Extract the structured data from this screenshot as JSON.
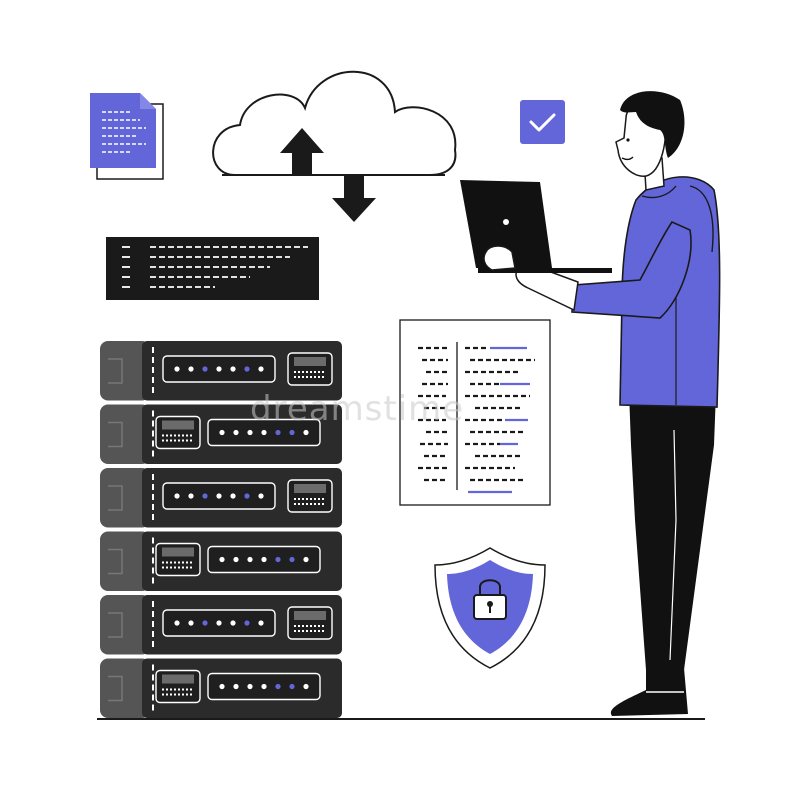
{
  "palette": {
    "accent": "#6366d9",
    "dark": "#1a1a1a",
    "server_body": "#2b2b2b",
    "server_side": "#555555",
    "white": "#ffffff"
  },
  "watermark": {
    "text": "dreamstime"
  },
  "icons": {
    "document": "document-icon",
    "cloud": "cloud-sync-icon",
    "upload": "arrow-up-icon",
    "download": "arrow-down-icon",
    "checkbox": "checkbox-checked-icon",
    "terminal": "terminal-window-icon",
    "code_page": "code-page-icon",
    "shield": "security-shield-icon",
    "lock": "padlock-icon",
    "server_rack": "server-rack-icon",
    "person": "developer-person-figure",
    "laptop": "laptop-icon"
  },
  "server_rack": {
    "unit_count": 6
  }
}
